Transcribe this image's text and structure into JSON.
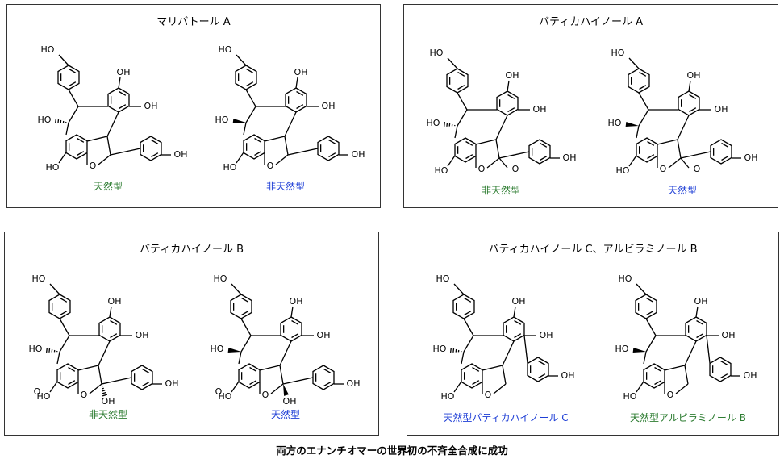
{
  "panels": [
    {
      "title": "マリバトール A",
      "labels": [
        {
          "text": "天然型",
          "color": "green"
        },
        {
          "text": "非天然型",
          "color": "blue"
        }
      ]
    },
    {
      "title": "バティカハイノール A",
      "labels": [
        {
          "text": "非天然型",
          "color": "green"
        },
        {
          "text": "天然型",
          "color": "blue"
        }
      ]
    },
    {
      "title": "バティカハイノール B",
      "labels": [
        {
          "text": "非天然型",
          "color": "green"
        },
        {
          "text": "天然型",
          "color": "blue"
        }
      ]
    },
    {
      "title": "バティカハイノール C、アルビラミノール B",
      "labels": [
        {
          "text": "天然型バティカハイノール C",
          "color": "blue"
        },
        {
          "text": "天然型アルビラミノール B",
          "color": "green"
        }
      ]
    }
  ],
  "atom_labels": {
    "hydroxyl": "OH",
    "hydroxyl_left": "HO",
    "ring_oxygen": "O"
  },
  "colors": {
    "green": "#2e7d32",
    "blue": "#1f3fd6",
    "border": "#333333"
  },
  "caption": "両方のエナンチオマーの世界初の不斉全合成に成功"
}
